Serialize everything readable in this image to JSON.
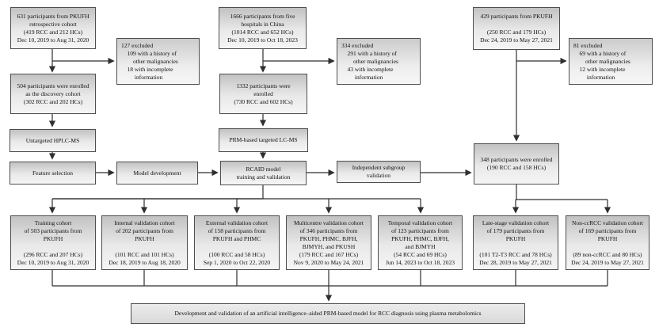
{
  "figure_title": "RCC study participant flow diagram",
  "colors": {
    "line": "#2f2f2f",
    "box_border": "#4e4e4e",
    "box_fill_top": "#c2c2c2",
    "box_fill_bottom": "#f5f5f5"
  },
  "boxes": {
    "cohort_631": {
      "lines": [
        "631 participants from PKUFH",
        "retrospective cohort",
        "(419 RCC and 212 HCs)",
        "Dec 10, 2019 to Aug 31, 2020"
      ]
    },
    "excluded_127": {
      "lines": [
        "127 excluded",
        "    109 with a history of",
        "        other malignancies",
        "    18 with incomplete",
        "         information"
      ]
    },
    "cohort_1666": {
      "lines": [
        "1666 participants from five",
        "hospitals in China",
        "(1014 RCC and 652 HCs)",
        "Dec 10, 2019 to Oct 18, 2023"
      ]
    },
    "excluded_334": {
      "lines": [
        "334 excluded",
        "    291 with a history of",
        "        other malignancies",
        "    43 with incomplete",
        "         information"
      ]
    },
    "cohort_429": {
      "lines": [
        "429 participants from PKUFH",
        "",
        "(250 RCC and 179 HCs)",
        "Dec 24, 2019 to May 27, 2021"
      ]
    },
    "excluded_81": {
      "lines": [
        "81 excluded",
        "    69 with a history of",
        "        other malignancies",
        "    12 with incomplete",
        "         information"
      ]
    },
    "enrolled_504": {
      "lines": [
        "504 participants were enrolled",
        "as the discovery cohort",
        "(302 RCC and 202 HCs)"
      ]
    },
    "enrolled_1332": {
      "lines": [
        "1332 participants were",
        "enrolled",
        "(730 RCC and 602 HCs)"
      ]
    },
    "untargeted_hplc_ms": {
      "lines": [
        "Untargeted HPLC-MS"
      ]
    },
    "prm_lc_ms": {
      "lines": [
        "PRM-based targeted LC-MS"
      ]
    },
    "feature_selection": {
      "lines": [
        "Feature selection"
      ]
    },
    "model_development": {
      "lines": [
        "Model development"
      ]
    },
    "rcaid_model": {
      "lines": [
        "RCAID model",
        "training and validation"
      ]
    },
    "independent_subgroup": {
      "lines": [
        "Independent subgroup",
        "validation"
      ]
    },
    "enrolled_348": {
      "lines": [
        "348 participants were enrolled",
        "(190 RCC and 158 HCs)"
      ]
    },
    "training_cohort": {
      "lines": [
        "Training cohort",
        "of 503 participants from",
        "PKUFH",
        "",
        "(296 RCC and 207 HCs)",
        "Dec 10, 2019 to Aug 31, 2020"
      ]
    },
    "internal_validation": {
      "lines": [
        "Internal validation cohort",
        "of 202 participants from",
        "PKUFH",
        "",
        "(101 RCC and 101 HCs)",
        "Dec 18, 2019 to Aug 18, 2020"
      ]
    },
    "external_validation": {
      "lines": [
        "External validation cohort",
        "of 158 participants from",
        "PKUFH and PHMC",
        "",
        "(100 RCC and 58 HCs)",
        "Sep 1, 2020 to Oct 22, 2020"
      ]
    },
    "multicentre_validation": {
      "lines": [
        "Multicentre validation cohort",
        "of 346 participants from",
        "PKUFH, PHMC, BJFH,",
        "BJMYH, and PKUSH",
        "(179 RCC and 167 HCs)",
        "Nov 9, 2020 to May 24, 2021"
      ]
    },
    "temporal_validation": {
      "lines": [
        "Temporal validation cohort",
        "of 123 participants from",
        "PKUFH, PHMC, BJFH,",
        "and BJMYH",
        "(54 RCC and 69 HCs)",
        "Jun 14, 2023 to Oct 18, 2023"
      ]
    },
    "late_stage_validation": {
      "lines": [
        "Late-stage validation cohort",
        "of 179 participants from",
        "PKUFH",
        "",
        "(101 T2-T3 RCC and 78 HCs)",
        "Dec 28, 2019 to May 27, 2021"
      ]
    },
    "non_ccrcc_validation": {
      "lines": [
        "Non-ccRCC validation cohort",
        "of 169 participants from",
        "PKUFH",
        "",
        "(89 non-ccRCC and 80 HCs)",
        "Dec 24, 2019 to May 27, 2021"
      ]
    }
  },
  "footer": {
    "label": "Development and validation of an artificial intelligence–aided PRM-based model for RCC diagnosis using plasma metabolomics"
  }
}
